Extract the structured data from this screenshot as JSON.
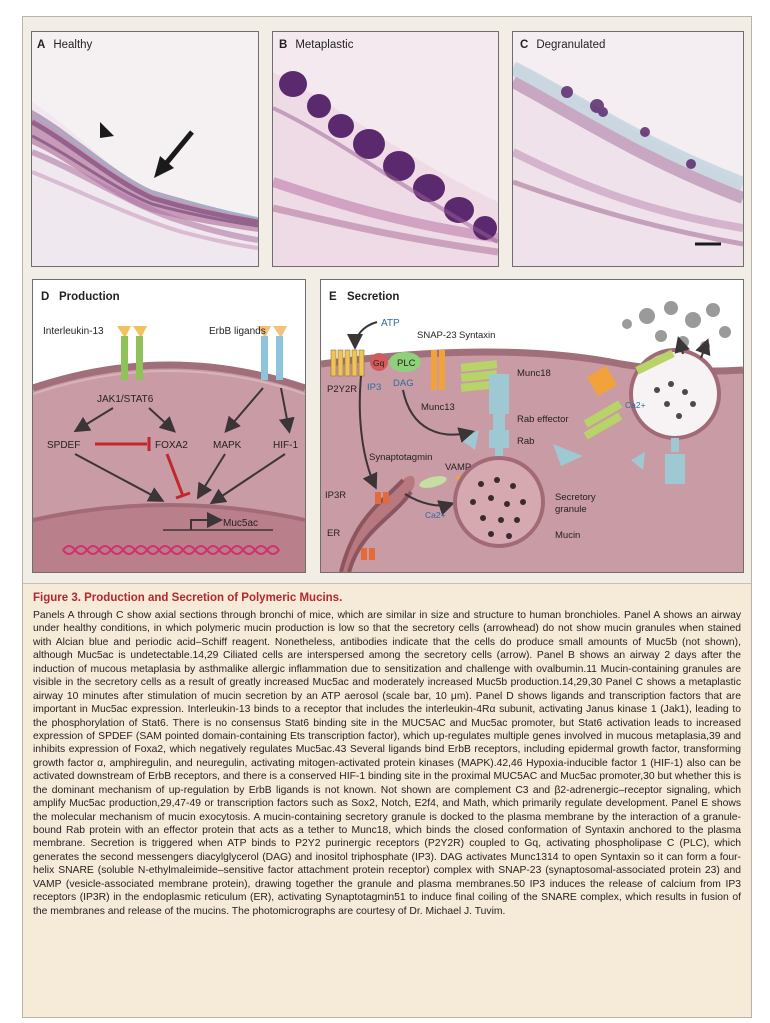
{
  "panels": {
    "a": {
      "letter": "A",
      "title": "Healthy"
    },
    "b": {
      "letter": "B",
      "title": "Metaplastic"
    },
    "c": {
      "letter": "C",
      "title": "Degranulated"
    },
    "d": {
      "letter": "D",
      "title": "Production",
      "labels": {
        "il13": "Interleukin-13",
        "erbb": "ErbB ligands",
        "jak": "JAK1/STAT6",
        "spdef": "SPDEF",
        "foxa2": "FOXA2",
        "mapk": "MAPK",
        "hif": "HIF-1",
        "muc5ac": "Muc5ac"
      }
    },
    "e": {
      "letter": "E",
      "title": "Secretion",
      "labels": {
        "atp": "ATP",
        "p2y2r": "P2Y2R",
        "gq": "Gq",
        "plc": "PLC",
        "ip3": "IP3",
        "dag": "DAG",
        "snap23": "SNAP-23",
        "syntaxin": "Syntaxin",
        "munc18": "Munc18",
        "munc13": "Munc13",
        "rab_effector": "Rab effector",
        "rab": "Rab",
        "synaptotagmin": "Synaptotagmin",
        "vamp": "VAMP",
        "ip3r": "IP3R",
        "er": "ER",
        "ca_left": "Ca2+",
        "ca_right": "Ca2+",
        "secretory_granule_1": "Secretory",
        "secretory_granule_2": "granule",
        "mucin": "Mucin"
      }
    }
  },
  "caption": {
    "title": "Figure 3. Production and Secretion of Polymeric Mucins.",
    "body": "Panels A through C show axial sections through bronchi of mice, which are similar in size and structure to human bronchioles. Panel A shows an airway under healthy conditions, in which polymeric mucin production is low so that the secretory cells (arrowhead) do not show mucin granules when stained with Alcian blue and periodic acid–Schiff reagent. Nonetheless, antibodies indicate that the cells do produce small amounts of Muc5b (not shown), although Muc5ac is undetectable.14,29 Ciliated cells are interspersed among the secretory cells (arrow). Panel B shows an airway 2 days after the induction of mucous metaplasia by asthmalike allergic inflammation due to sensitization and challenge with ovalbumin.11 Mucin-containing granules are visible in the secretory cells as a result of greatly increased Muc5ac and moderately increased Muc5b production.14,29,30 Panel C shows a metaplastic airway 10 minutes after stimulation of mucin secretion by an ATP aerosol (scale bar, 10 μm). Panel D shows ligands and transcription factors that are important in Muc5ac expression. Interleukin-13 binds to a receptor that includes the interleukin-4Rα subunit, activating Janus kinase 1 (Jak1), leading to the phosphorylation of Stat6. There is no consensus Stat6 binding site in the MUC5AC and Muc5ac promoter, but Stat6 activation leads to increased expression of SPDEF (SAM pointed domain-containing Ets transcription factor), which up-regulates multiple genes involved in mucous metaplasia,39 and inhibits expression of Foxa2, which negatively regulates Muc5ac.43 Several ligands bind ErbB receptors, including epidermal growth factor, transforming growth factor α, amphiregulin, and neuregulin, activating mitogen-activated protein kinases (MAPK).42,46 Hypoxia-inducible factor 1 (HIF-1) also can be activated downstream of ErbB receptors, and there is a conserved HIF-1 binding site in the proximal MUC5AC and Muc5ac promoter,30 but whether this is the dominant mechanism of up-regulation by ErbB ligands is not known. Not shown are complement C3 and β2-adrenergic–receptor signaling, which amplify Muc5ac production,29,47-49 or transcription factors such as Sox2, Notch, E2f4, and Math, which primarily regulate development. Panel E shows the molecular mechanism of mucin exocytosis. A mucin-containing secretory granule is docked to the plasma membrane by the interaction of a granule-bound Rab protein with an effector protein that acts as a tether to Munc18, which binds the closed conformation of Syntaxin anchored to the plasma membrane. Secretion is triggered when ATP binds to P2Y2 purinergic receptors (P2Y2R) coupled to Gq, activating phospholipase C (PLC), which generates the second messengers diacylglycerol (DAG) and inositol triphosphate (IP3). DAG activates Munc1314 to open Syntaxin so it can form a four-helix SNARE (soluble N-ethylmaleimide–sensitive factor attachment protein receptor) complex with SNAP-23 (synaptosomal-associated protein 23) and VAMP (vesicle-associated membrane protein), drawing together the granule and plasma membranes.50 IP3 induces the release of calcium from IP3 receptors (IP3R) in the endoplasmic reticulum (ER), activating Synaptotagmin51 to induce final coiling of the SNARE complex, which results in fusion of the membranes and release of the mucins. The photomicrographs are courtesy of Dr. Michael J. Tuvim."
  },
  "colors": {
    "caption_bg": "#f6ead8",
    "caption_title": "#b3282d",
    "membrane": "#a0707a",
    "cytoplasm": "#c79aa2",
    "stain_purple": "#5b2a6e",
    "inhibit_red": "#c0282d"
  }
}
